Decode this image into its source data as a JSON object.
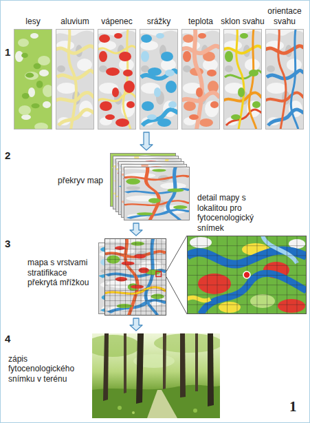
{
  "diagram": {
    "nodes": [
      {
        "text": [
          "lesy"
        ]
      },
      {
        "text": [
          "aluvium"
        ]
      },
      {
        "text": [
          "vápenec"
        ]
      },
      {
        "text": [
          "srážky"
        ]
      },
      {
        "text": [
          "teplota"
        ]
      },
      {
        "text": [
          "sklon svahu"
        ]
      },
      {
        "text": [
          "orientace svahu"
        ]
      },
      {
        "text": [
          "překryv map"
        ]
      },
      {
        "text": [
          "mapa s vrstvami stratifikace překrytá mřížkou"
        ]
      },
      {
        "text": [
          "detail mapy s lokalitou pro fytocenologický snímek"
        ]
      },
      {
        "text": [
          "zápis fytocenologického snímku v terénu"
        ]
      }
    ],
    "edges": [
      {
        "from": 3,
        "to": 7,
        "arrow": "to"
      },
      {
        "from": 7,
        "to": 8,
        "arrow": "to"
      },
      {
        "from": 8,
        "to": 9,
        "arrow": "none"
      },
      {
        "from": 8,
        "to": 10,
        "arrow": "to"
      }
    ],
    "labels": [
      "1",
      "2",
      "3",
      "4",
      "1"
    ]
  }
}
